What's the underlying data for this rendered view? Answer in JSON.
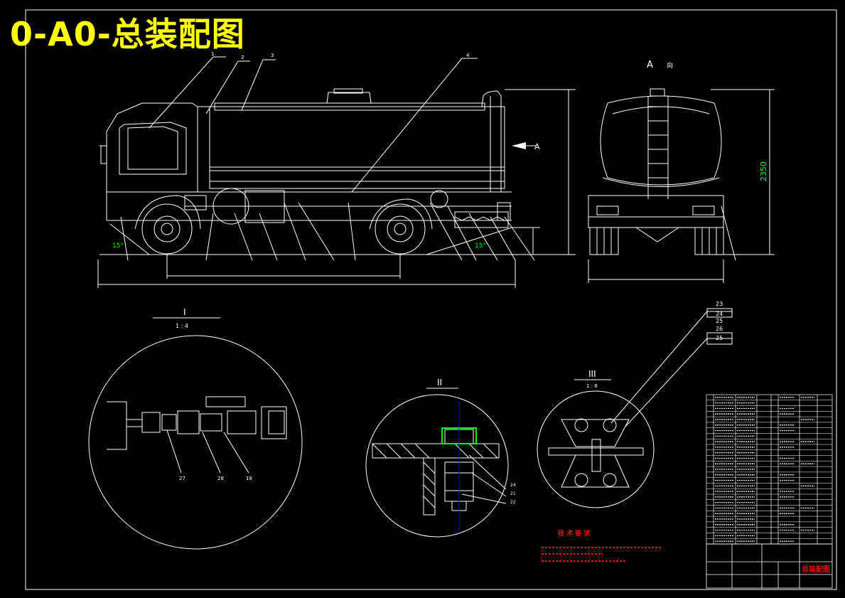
{
  "title": "0-A0-总装配图",
  "view_labels": {
    "view_a": "A",
    "view_a_suffix": "向",
    "arrow_a": "A",
    "detail_1": "I",
    "detail_1_scale": "1 : 4",
    "detail_2": "II",
    "detail_3": "III",
    "detail_3_scale": "1 : 8"
  },
  "dimensions": {
    "tank_height": "2350",
    "angle_front": "15°",
    "angle_rear": "15°"
  },
  "part_numbers": {
    "side_top": [
      "1",
      "2",
      "3",
      "4"
    ],
    "detail_1": [
      "27",
      "28",
      "18"
    ],
    "detail_2": [
      "24",
      "21",
      "22"
    ],
    "detail_3": [
      "23",
      "24",
      "25",
      "26",
      "25"
    ]
  },
  "notes": {
    "heading": "技 术 要 求"
  },
  "title_block": {
    "drawing_name": "总装配图"
  },
  "colors": {
    "background": "#000000",
    "line": "#ffffff",
    "title": "#ffff00",
    "dimension": "#00ff00",
    "axis": "#0000ff",
    "notes": "#ff0000"
  }
}
